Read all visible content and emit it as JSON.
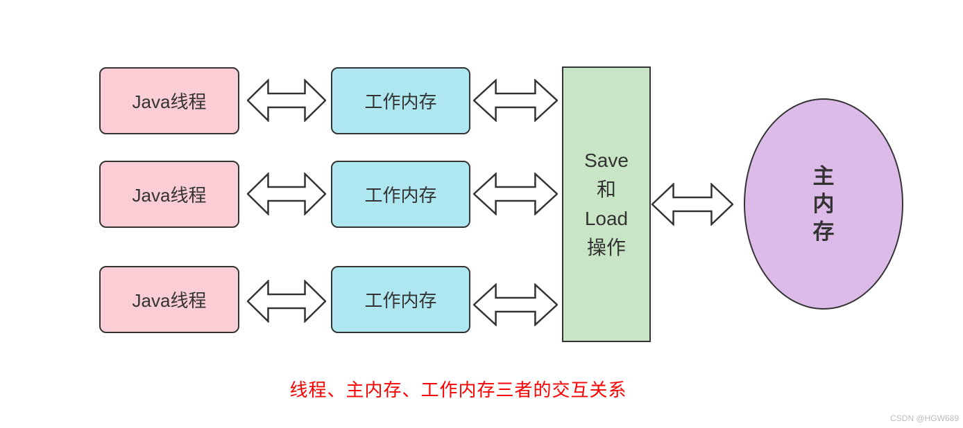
{
  "diagram": {
    "thread_boxes": [
      {
        "label": "Java线程"
      },
      {
        "label": "Java线程"
      },
      {
        "label": "Java线程"
      }
    ],
    "working_memory_boxes": [
      {
        "label": "工作内存"
      },
      {
        "label": "工作内存"
      },
      {
        "label": "工作内存"
      }
    ],
    "save_load_box": {
      "lines": [
        "Save",
        "和",
        "Load",
        "操作"
      ]
    },
    "main_memory": {
      "label": "主内存",
      "chars": [
        "主",
        "内",
        "存"
      ]
    },
    "caption": "线程、主内存、工作内存三者的交互关系",
    "watermark": "CSDN @HGW689",
    "colors": {
      "thread_fill": "#fbced6",
      "working_fill": "#aee7f0",
      "save_load_fill": "#c8e5c6",
      "main_memory_fill": "#ddbbe9",
      "border": "#333333",
      "caption": "#fb0000",
      "watermark": "#b9bdc0"
    }
  }
}
